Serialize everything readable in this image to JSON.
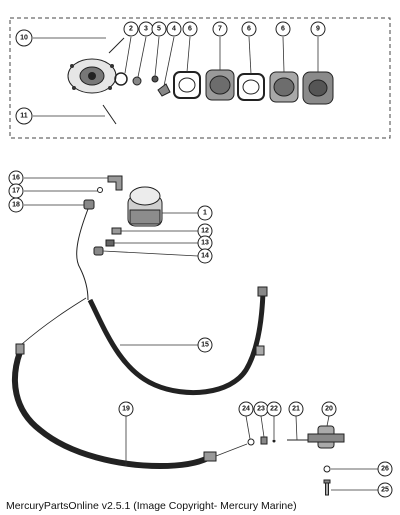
{
  "callouts": {
    "c1": "1",
    "c2": "2",
    "c3": "3",
    "c4": "4",
    "c5": "5",
    "c6a": "6",
    "c6b": "6",
    "c6c": "6",
    "c7": "7",
    "c9": "9",
    "c10": "10",
    "c11": "11",
    "c12": "12",
    "c13": "13",
    "c14": "14",
    "c15": "15",
    "c16": "16",
    "c17": "17",
    "c18": "18",
    "c19": "19",
    "c20": "20",
    "c21": "21",
    "c22": "22",
    "c23": "23",
    "c24": "24",
    "c25": "25",
    "c26": "26"
  },
  "caption": "MercuryPartsOnline v2.5.1 (Image Copyright- Mercury Marine)"
}
